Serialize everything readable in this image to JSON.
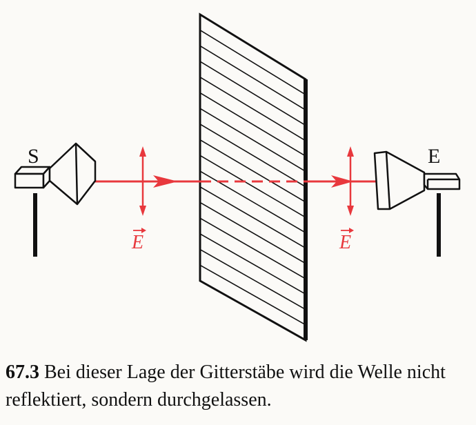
{
  "labels": {
    "sender": "S",
    "receiver": "E",
    "field_vector": "E"
  },
  "caption": {
    "number": "67.3",
    "text": "Bei dieser Lage der Gitterstäbe wird die Welle nicht reflektiert, sondern durchgelassen."
  },
  "colors": {
    "beam": "#e8383d",
    "ink": "#111111",
    "background": "#fbfaf7"
  }
}
